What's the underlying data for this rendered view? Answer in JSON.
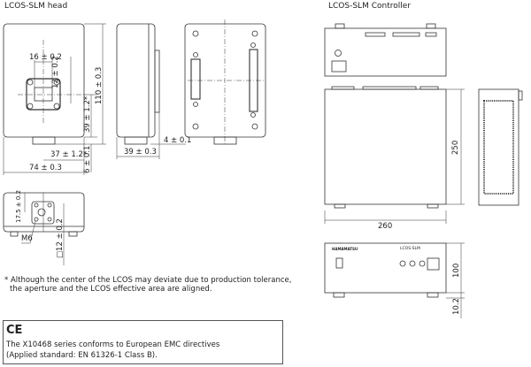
{
  "head": {
    "title": "LCOS-SLM head",
    "dims": {
      "aperture_w": "16 ± 0.2",
      "aperture_h": "12 ± 0.2",
      "height": "110 ± 0.3",
      "center_y": "39 ± 1.2*",
      "center_x": "37 ± 1.2*",
      "width": "74 ± 0.3",
      "foot": "6 ± 0.1",
      "depth": "39 ± 0.3",
      "flange": "4 ± 0.1",
      "bottom_offset": "17.5 ± 0.2",
      "thread": "M6",
      "mount_square": "□12 ± 0.2"
    }
  },
  "footnote": {
    "line1": "* Although the center of the LCOS may deviate due to production tolerance,",
    "line2": "the aperture and the LCOS effective area are aligned."
  },
  "ce": {
    "mark": "CE",
    "line1": "The X10468 series conforms to European EMC directives",
    "line2": "(Applied standard: EN 61326-1 Class B)."
  },
  "controller": {
    "title": "LCOS-SLM Controller",
    "dims": {
      "depth": "250",
      "width": "260",
      "height": "100",
      "foot": "10.2"
    },
    "front_brand": "HAMAMATSU",
    "front_model": "LCOS-SLM"
  }
}
